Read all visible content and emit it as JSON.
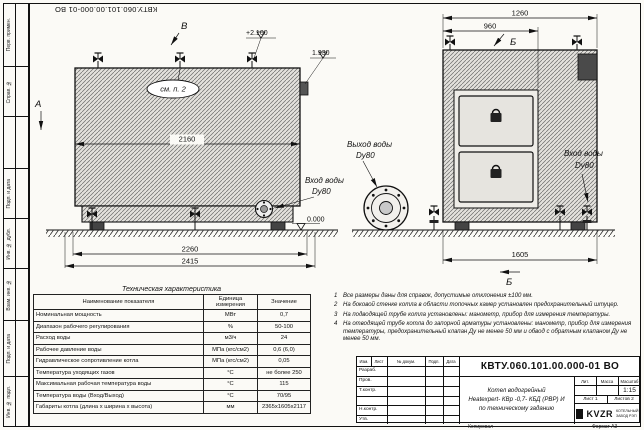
{
  "sheet": {
    "doc_number": "КВТУ.060.101.00.000-01 ВО",
    "format_label": "Формат  А3",
    "copied_label": "Копировал",
    "side_labels": [
      "Перв. примен.",
      "Справ. №",
      "",
      "Подп. и дата",
      "Инв. № дубл.",
      "Взам. инв. №",
      "Подп. и дата",
      "Инв. № подл."
    ]
  },
  "drawing": {
    "view_a": "А",
    "view_b": "В",
    "section_b_top": "Б",
    "section_b_bottom": "Б",
    "note_ref": "см. п. 2",
    "elev_top": "+2.100",
    "elev_mid": "1.930",
    "elev_zero": "0.000",
    "dim_2160": "2160",
    "dim_2260": "2260",
    "dim_2415": "2415",
    "dim_1260": "1260",
    "dim_960": "960",
    "dim_1605": "1605",
    "outlet_line1": "Выход воды",
    "outlet_line2": "Dy80",
    "inlet_left_line1": "Вход воды",
    "inlet_left_line2": "Dy80",
    "inlet_right_line1": "Вход воды",
    "inlet_right_line2": "Dy80"
  },
  "notes": {
    "items": [
      {
        "num": "1",
        "text": "Все размеры даны для справок, допустимые отклонения ±100 мм."
      },
      {
        "num": "2",
        "text": "На боковой стенке котла в области топочных камер установлен предохранительный штуцер."
      },
      {
        "num": "3",
        "text": "На подводящей трубе котла установлены: манометр, прибор для измерения температуры."
      },
      {
        "num": "4",
        "text": "На отводящей трубе котла до запорной арматуры установлены: манометр, прибор для измерения температуры, предохранительный клапан Ду не менее 50 мм и обвод с обратным клапаном Ду не менее 50 мм."
      }
    ]
  },
  "tech_table": {
    "title": "Техническая характеристика",
    "headers": {
      "name": "Наименование показателя",
      "unit": "Единица измерения",
      "value": "Значение"
    },
    "rows": [
      {
        "name": "Номинальная мощность",
        "unit": "МВт",
        "value": "0,7"
      },
      {
        "name": "Диапазон рабочего регулирования",
        "unit": "%",
        "value": "50-100"
      },
      {
        "name": "Расход воды",
        "unit": "м3/ч",
        "value": "24"
      },
      {
        "name": "Рабочее давление воды",
        "unit": "МПа (кгс/см2)",
        "value": "0,6 (6,0)"
      },
      {
        "name": "Гидравлическое сопротивление котла",
        "unit": "МПа (кгс/см2)",
        "value": "0,05"
      },
      {
        "name": "Температура уходящих газов",
        "unit": "°С",
        "value": "не более 250"
      },
      {
        "name": "Максимальная рабочая температура воды",
        "unit": "°С",
        "value": "115"
      },
      {
        "name": "Температура воды (Вход/Выход)",
        "unit": "°С",
        "value": "70/95"
      },
      {
        "name": "Габариты котла (длина х ширина х высота)",
        "unit": "мм",
        "value": "2365х1605х2117"
      }
    ]
  },
  "title_block": {
    "doc_number": "КВТУ.060.101.00.000-01 ВО",
    "name_line1": "Котел водогрейный",
    "name_line2": "Heatexpert- КВр -0,7- КБД (РВР) И",
    "name_line3": "по техническому заданию",
    "header_cols": {
      "izm": "Изм.",
      "list": "Лист",
      "doc": "№ докум.",
      "podp": "Подп.",
      "data": "Дата"
    },
    "rows": {
      "razrab": "Разраб.",
      "prov": "Пров.",
      "tkontr": "Т.контр.",
      "nkontr": "Н.контр.",
      "utv": "Утв."
    },
    "lit_label": "Лит.",
    "massa_label": "Масса",
    "masshtab_label": "Масштаб",
    "scale_value": "1:15",
    "list_label": "Лист 1",
    "listov_label": "Листов 2",
    "company_logo": "KVZR",
    "company_line1": "КОТЕЛЬНЫЙ",
    "company_line2": "ЗАВОД РЭП"
  }
}
